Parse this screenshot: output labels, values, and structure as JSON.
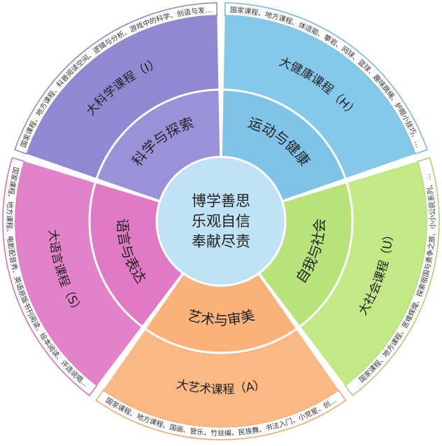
{
  "center": {
    "lines": [
      "博学善思",
      "乐观自信",
      "奉献尽责"
    ],
    "color": "#bfe3f4"
  },
  "sectors": [
    {
      "inner_label": "科学与探索",
      "mid_label": "大科学课程（I）",
      "outer_label": "国家课程、地方课程、科普阅读空间、逻辑与分析、游戏中的科学、创造与发…",
      "colors": {
        "inner": "#9b91d8",
        "mid": "#9089d2",
        "outer": "#ffffff",
        "stroke": "#8a84cc"
      }
    },
    {
      "inner_label": "运动与健康",
      "mid_label": "大健康课程（H）",
      "outer_label": "国家课程、地方课程、体适能、攀岩、网球、篮球、趣味跳绳、护眼小技巧、…",
      "colors": {
        "inner": "#7fc4e8",
        "mid": "#85c9ea",
        "outer": "#ffffff",
        "stroke": "#6fb7de"
      }
    },
    {
      "inner_label": "自我与社会",
      "mid_label": "大社会课程（U）",
      "outer_label": "国家课程、地方课程、苦难辉煌、探索祖国与勇争之旅、小小公民系列、…",
      "colors": {
        "inner": "#b8e37a",
        "mid": "#c3e986",
        "outer": "#ffffff",
        "stroke": "#a4d06a"
      }
    },
    {
      "inner_label": "艺术与审美",
      "mid_label": "大艺术课程（A）",
      "outer_label": "国家课程、地方课程、国画、管乐、竹丝编、民族舞、书法入门、小党星、创…",
      "colors": {
        "inner": "#f9b27a",
        "mid": "#fbb882",
        "outer": "#ffffff",
        "stroke": "#f0a468"
      }
    },
    {
      "inner_label": "语言与表达",
      "mid_label": "大语言课程（S）",
      "outer_label": "国家课程、地方课程、电影配音秀、英语原版书刊阅读、绘本阅读、评选说唱…",
      "colors": {
        "inner": "#e07ac4",
        "mid": "#e381c9",
        "outer": "#ffffff",
        "stroke": "#d46bb6"
      }
    }
  ]
}
